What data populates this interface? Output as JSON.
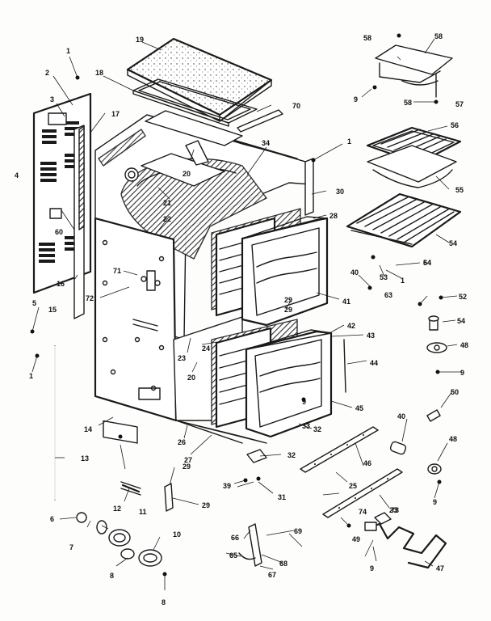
{
  "callouts": [
    {
      "id": "c1",
      "label": "1"
    },
    {
      "id": "c2",
      "label": "2"
    },
    {
      "id": "c3",
      "label": "3"
    },
    {
      "id": "c4",
      "label": "4"
    },
    {
      "id": "c5",
      "label": "5"
    },
    {
      "id": "c6",
      "label": "6"
    },
    {
      "id": "c7",
      "label": "7"
    },
    {
      "id": "c8",
      "label": "8"
    },
    {
      "id": "c9",
      "label": "9"
    },
    {
      "id": "c10",
      "label": "10"
    },
    {
      "id": "c11",
      "label": "11"
    },
    {
      "id": "c12",
      "label": "12"
    },
    {
      "id": "c13",
      "label": "13"
    },
    {
      "id": "c14",
      "label": "14"
    },
    {
      "id": "c15",
      "label": "15"
    },
    {
      "id": "c16",
      "label": "16"
    },
    {
      "id": "c17",
      "label": "17"
    },
    {
      "id": "c18",
      "label": "18"
    },
    {
      "id": "c19",
      "label": "19"
    },
    {
      "id": "c20",
      "label": "20"
    },
    {
      "id": "c21",
      "label": "21"
    },
    {
      "id": "c22",
      "label": "22"
    },
    {
      "id": "c23",
      "label": "23"
    },
    {
      "id": "c24",
      "label": "24"
    },
    {
      "id": "c25",
      "label": "25"
    },
    {
      "id": "c26",
      "label": "26"
    },
    {
      "id": "c27",
      "label": "27"
    },
    {
      "id": "c28",
      "label": "28"
    },
    {
      "id": "c29",
      "label": "29"
    },
    {
      "id": "c30",
      "label": "30"
    },
    {
      "id": "c31",
      "label": "31"
    },
    {
      "id": "c32",
      "label": "32"
    },
    {
      "id": "c33",
      "label": "33"
    },
    {
      "id": "c34",
      "label": "34"
    },
    {
      "id": "c38",
      "label": "38"
    },
    {
      "id": "c39",
      "label": "39"
    },
    {
      "id": "c40",
      "label": "40"
    },
    {
      "id": "c41",
      "label": "41"
    },
    {
      "id": "c42",
      "label": "42"
    },
    {
      "id": "c43",
      "label": "43"
    },
    {
      "id": "c44",
      "label": "44"
    },
    {
      "id": "c45",
      "label": "45"
    },
    {
      "id": "c46",
      "label": "46"
    },
    {
      "id": "c47",
      "label": "47"
    },
    {
      "id": "c48",
      "label": "48"
    },
    {
      "id": "c49",
      "label": "49"
    },
    {
      "id": "c50",
      "label": "50"
    },
    {
      "id": "c52",
      "label": "52"
    },
    {
      "id": "c53",
      "label": "53"
    },
    {
      "id": "c54",
      "label": "54"
    },
    {
      "id": "c55",
      "label": "55"
    },
    {
      "id": "c56",
      "label": "56"
    },
    {
      "id": "c57",
      "label": "57"
    },
    {
      "id": "c58",
      "label": "58"
    },
    {
      "id": "c60",
      "label": "60"
    },
    {
      "id": "c63",
      "label": "63"
    },
    {
      "id": "c64",
      "label": "64"
    },
    {
      "id": "c65",
      "label": "65"
    },
    {
      "id": "c66",
      "label": "66"
    },
    {
      "id": "c67",
      "label": "67"
    },
    {
      "id": "c68",
      "label": "68"
    },
    {
      "id": "c69",
      "label": "69"
    },
    {
      "id": "c70",
      "label": "70"
    },
    {
      "id": "c71",
      "label": "71"
    },
    {
      "id": "c72",
      "label": "72"
    },
    {
      "id": "c73",
      "label": "73"
    },
    {
      "id": "c74",
      "label": "74"
    }
  ]
}
